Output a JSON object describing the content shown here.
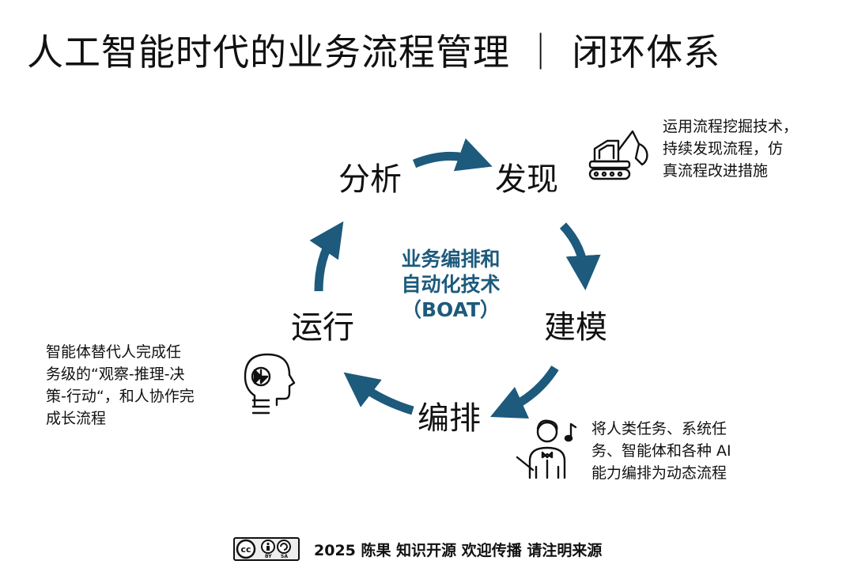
{
  "title": "人工智能时代的业务流程管理 ｜ 闭环体系",
  "center": {
    "line1": "业务编排和",
    "line2": "自动化技术",
    "line3": "（BOAT）"
  },
  "nodes": {
    "analyze": "分析",
    "discover": "发现",
    "model": "建模",
    "orchestrate": "编排",
    "run": "运行"
  },
  "descriptions": {
    "discover": [
      "运用流程挖掘技术，",
      "持续发现流程，仿",
      "真流程改进措施"
    ],
    "run": [
      "智能体替代人完成任",
      "务级的“观察-推理-决",
      "策-行动“，和人协作完",
      "成长流程"
    ],
    "orchestrate": [
      "将人类任务、系统任",
      "务、智能体和各种 AI",
      "能力编排为动态流程"
    ]
  },
  "colors": {
    "accent": "#1d5a7c",
    "text": "#111111"
  },
  "icons": {
    "discover": "excavator-icon",
    "run": "ai-head-icon",
    "orchestrate": "conductor-icon",
    "license": "cc-by-sa-icon"
  },
  "footer": {
    "text": "2025 陈果  知识开源 欢迎传播 请注明来源",
    "license_by": "BY",
    "license_sa": "SA"
  }
}
